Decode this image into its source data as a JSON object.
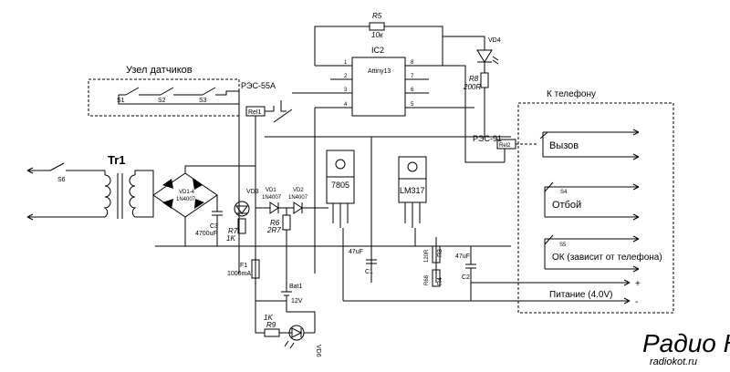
{
  "labels": {
    "sensor_group": "Узел датчиков",
    "s1": "S1",
    "s2": "S2",
    "s3": "S3",
    "relay_res55": "РЭС-55А",
    "rel1": "Rel1",
    "r5": "R5",
    "r5_val": "10к",
    "ic2": "IC2",
    "ic2_part": "Attiny13",
    "pins": [
      "1",
      "2",
      "3",
      "4",
      "8",
      "7",
      "6",
      "5"
    ],
    "vd4": "VD4",
    "r8": "R8",
    "r8_val": "200R",
    "to_phone": "К телефону",
    "res91": "РЭС-91",
    "rel2": "Rel2",
    "call": "Вызов",
    "s4": "S4",
    "hangup": "Отбой",
    "s5": "S5",
    "ok": "ОК (зависит от телефона)",
    "power": "Питание (4.0V)",
    "plus": "+",
    "minus": "-",
    "s6": "S6",
    "tr1": "Tr1",
    "vd1_4": "VD1-4",
    "vd1_4_part": "1N4007",
    "c3": "C3",
    "c3_val": "4700uF",
    "vd3": "VD3",
    "r7": "R7",
    "r7_val": "1K",
    "vd1": "VD1",
    "vd1_part": "1N4007",
    "vd2": "VD2",
    "vd2_part": "1N4007",
    "r6": "R6",
    "r6_val": "2R7",
    "reg1": "7805",
    "reg2": "LM317",
    "c1_val": "47uF",
    "c1": "C1",
    "r3": "R3",
    "r3_val": "120R",
    "r4": "R4",
    "r4_val": "R68",
    "c2_val": "47uF",
    "c2": "C2",
    "f1": "F1",
    "f1_val": "1000mA",
    "bat1": "Bat1",
    "bat1_val": "12V",
    "r9_val": "1K",
    "r9": "R9",
    "vd6": "VD6",
    "wm_main": "Радио КОТ",
    "wm_url": "radiokot.ru"
  }
}
